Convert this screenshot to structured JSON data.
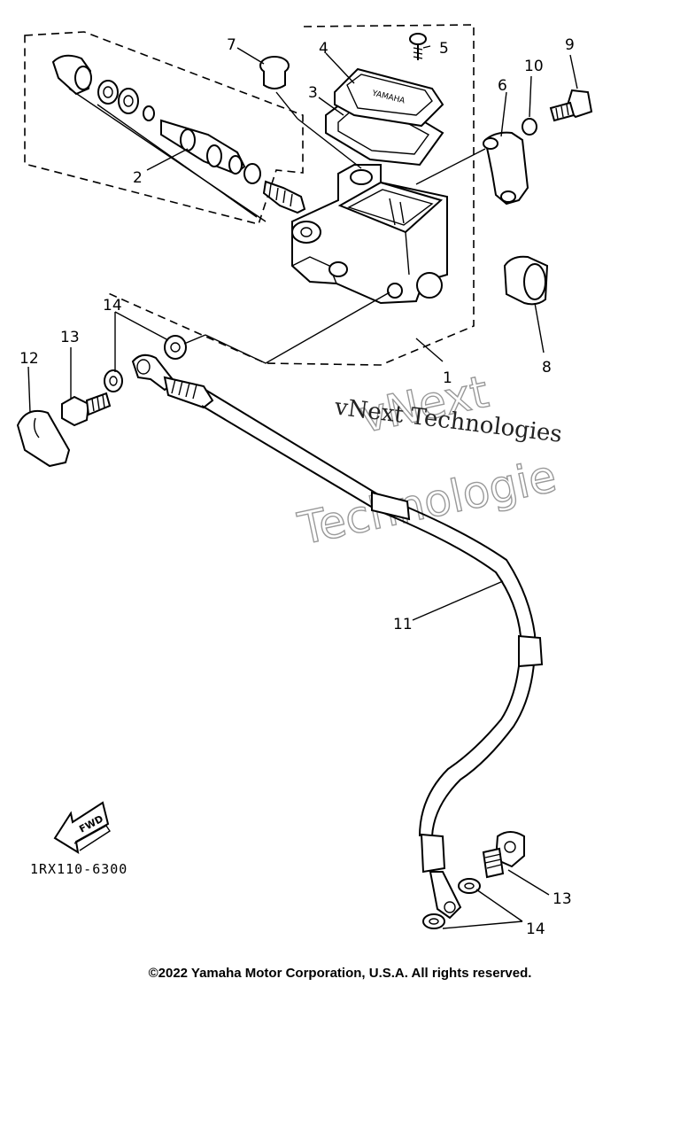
{
  "callouts": {
    "c1": "1",
    "c2": "2",
    "c3": "3",
    "c4": "4",
    "c5": "5",
    "c6": "6",
    "c7": "7",
    "c8": "8",
    "c9": "9",
    "c10": "10",
    "c11": "11",
    "c12": "12",
    "c13a": "13",
    "c13b": "13",
    "c14a": "14",
    "c14b": "14"
  },
  "fwd_label": "FWD",
  "reference_code": "1RX110-6300",
  "watermark": {
    "plain": "vNext Technologies",
    "outline_line1": "vNext",
    "outline_line2": "Technologie"
  },
  "copyright": "©2022 Yamaha Motor Corporation, U.S.A. All rights reserved."
}
